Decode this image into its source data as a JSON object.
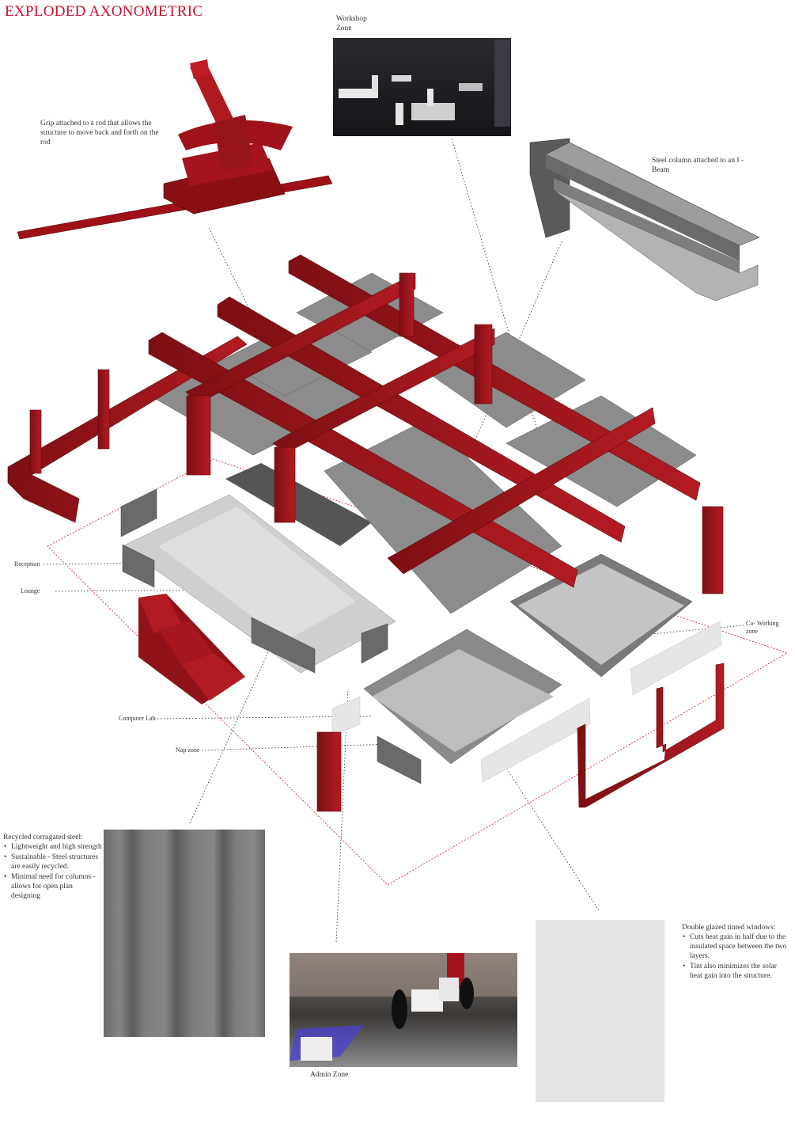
{
  "title": "EXPLODED AXONOMETRIC",
  "callouts": {
    "workshop": "Workshop Zone",
    "grip": "Grip attached to a rod that allows the structure to move back and forth on the rod",
    "steel_column": "Steel column attached to an I - Beam",
    "reception": "Reception",
    "lounge": "Lounge",
    "coworking": "Co- Working zone",
    "computer_lab": "Computer Lab",
    "nap_zone": "Nap zone",
    "admin_zone": "Admin Zone"
  },
  "materials": {
    "steel": {
      "heading": "Recycled corrugated steel:",
      "points": [
        "Lightweight and high strength",
        "Sustainable - Steel structures are easily recycled.",
        "Minimal need for columns - allows for open plan designing"
      ]
    },
    "glass": {
      "heading": "Double glazed tinted windows:",
      "points": [
        "Cuts heat gain in half due to the insulated space between the two layers.",
        "Tint also minimizes the solar heat gain into the structure."
      ]
    }
  },
  "colors": {
    "accent": "#c8102e",
    "structure_red": "#a5141c",
    "roof_grey": "#8a8a8a",
    "floor_grey": "#6e6e6e"
  }
}
